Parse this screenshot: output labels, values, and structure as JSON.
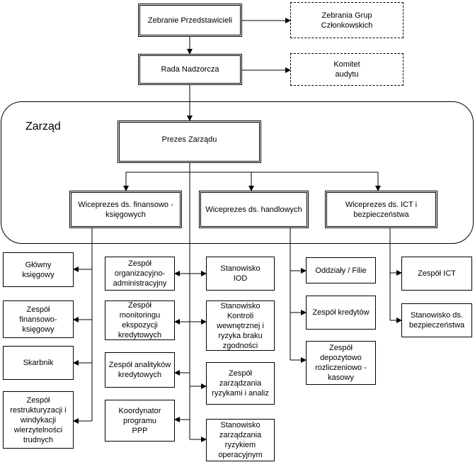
{
  "group": {
    "label": "Zarząd"
  },
  "nodes": {
    "zebranie_przedstawicieli": "Zebranie Przedstawicieli",
    "zebrania_grup": "Zebrania Grup Członkowskich",
    "rada_nadzorcza": "Rada Nadzorcza",
    "komitet_audytu": "Komitet audytu",
    "prezes_zarzadu": "Prezes Zarządu",
    "wiceprezes_finansowy": "Wiceprezes ds. finansowo - księgowych",
    "wiceprezes_handlowy": "Wiceprezes ds. handlowych",
    "wiceprezes_ict": "Wiceprezes ds. ICT i bezpieczeństwa",
    "glowny_ksiegowy": "Główny księgowy",
    "zespol_fin_ksieg": "Zespół finansowo-księgowy",
    "skarbnik": "Skarbnik",
    "zespol_restrukturyzacji": "Zespół restrukturyzacji i windykacji wierzytelności trudnych",
    "zespol_org_adm": "Zespół organizacyjno-administracyjny",
    "zespol_monitoringu": "Zespół monitoringu ekspozycji kredytowych",
    "zespol_analitykow": "Zespół analityków kredytowych",
    "koordynator_ppp": "Koordynator programu PPP",
    "stanowisko_iod": "Stanowisko IOD",
    "stanowisko_kontroli": "Stanowisko Kontroli wewnętrznej i ryzyka braku zgodności",
    "zespol_ryzyka": "Zespół zarządzania ryzykami i analiz",
    "stanowisko_ryzyka_oper": "Stanowisko zarządzania ryzykiem operacyjnym",
    "oddzialy_filie": "Oddziały / Filie",
    "zespol_kredytow": "Zespół kredytów",
    "zespol_depozytowo": "Zespół depozytowo rozliczeniowo - kasowy",
    "zespol_ict": "Zespół ICT",
    "stanowisko_bezpieczenstwa": "Stanowisko ds. bezpieczeństwa"
  }
}
